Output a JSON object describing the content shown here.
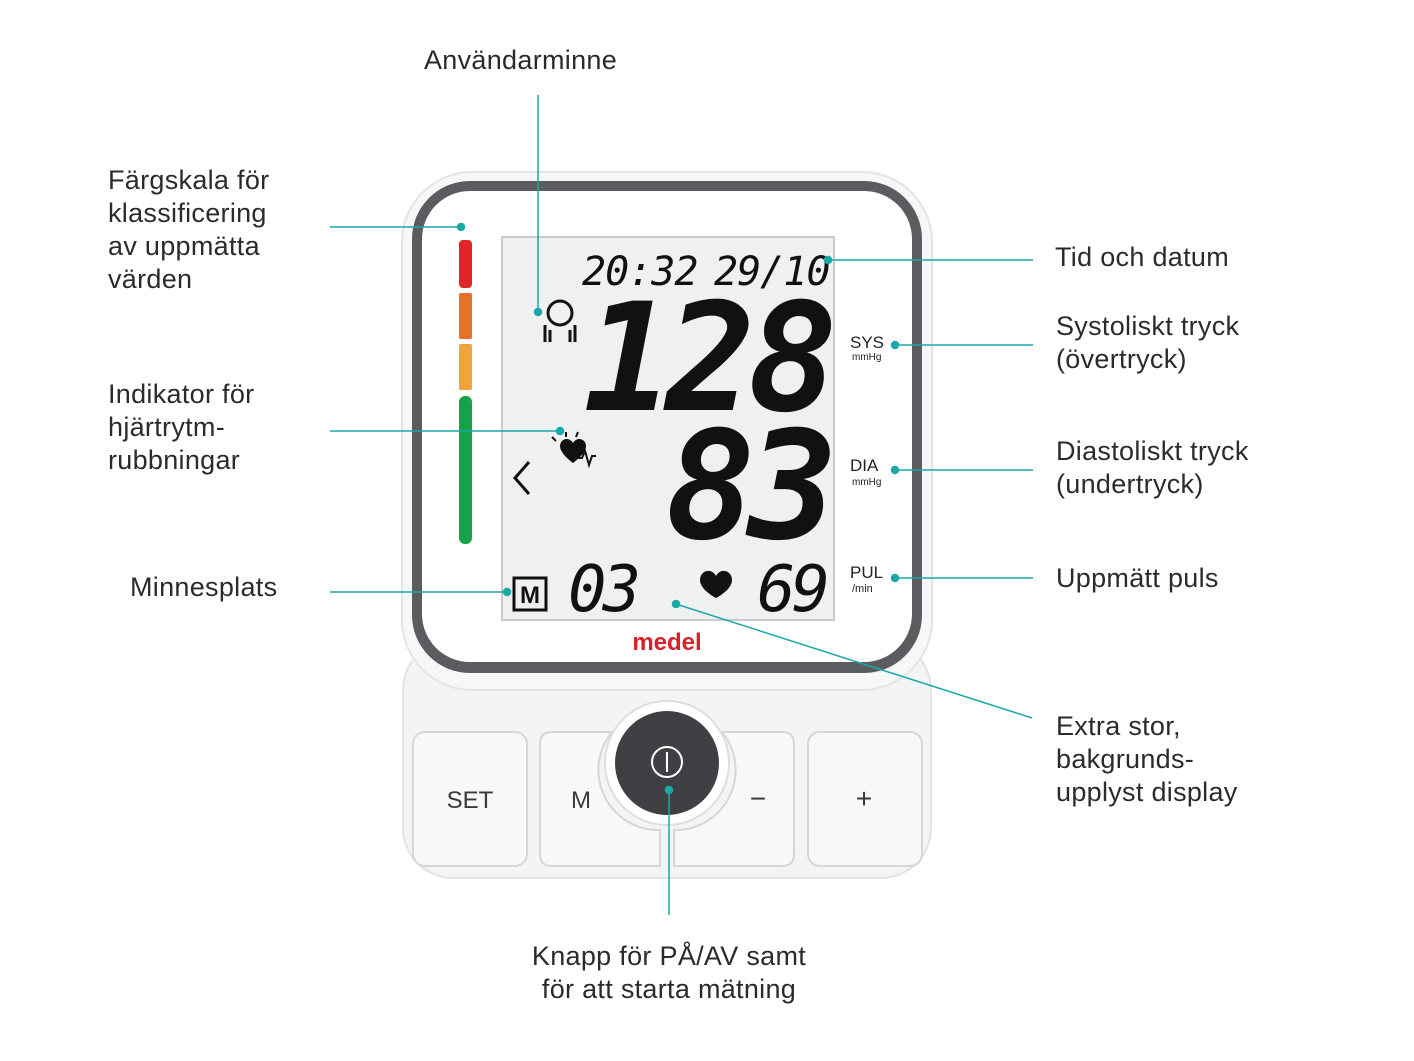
{
  "labels": {
    "user_memory": "Användarminne",
    "color_scale": [
      "Färgskala för",
      "klassificering",
      "av uppmätta",
      "värden"
    ],
    "arrhythmia": [
      "Indikator för",
      "hjärtrytm-",
      "rubbningar"
    ],
    "memory_slot": "Minnesplats",
    "time_date": "Tid och datum",
    "systolic": [
      "Systoliskt tryck",
      "(övertryck)"
    ],
    "diastolic": [
      "Diastoliskt tryck",
      "(undertryck)"
    ],
    "pulse": "Uppmätt puls",
    "display": [
      "Extra stor,",
      "bakgrunds-",
      "upplyst display"
    ],
    "power_button": [
      "Knapp för PÅ/AV samt",
      "för att starta mätning"
    ]
  },
  "display": {
    "time": "20:32",
    "date": "29/10",
    "systolic": "128",
    "diastolic": "83",
    "memory_slot": "03",
    "memory_icon": "M",
    "pulse": "69",
    "sys_label": "SYS",
    "sys_unit": "mmHg",
    "dia_label": "DIA",
    "dia_unit": "mmHg",
    "pul_label": "PUL",
    "pul_unit": "/min",
    "brand": "medel"
  },
  "buttons": {
    "set": "SET",
    "m": "M",
    "minus": "−",
    "plus": "+"
  },
  "colors": {
    "accent_line": "#1aa8a8",
    "scale_red": "#e0262b",
    "scale_orange": "#e8712a",
    "scale_yellow": "#f0a43a",
    "scale_green": "#17a24a",
    "brand_red": "#d8222a",
    "frame_dark": "#5a5c60",
    "lcd_bg": "#eff0f2"
  }
}
